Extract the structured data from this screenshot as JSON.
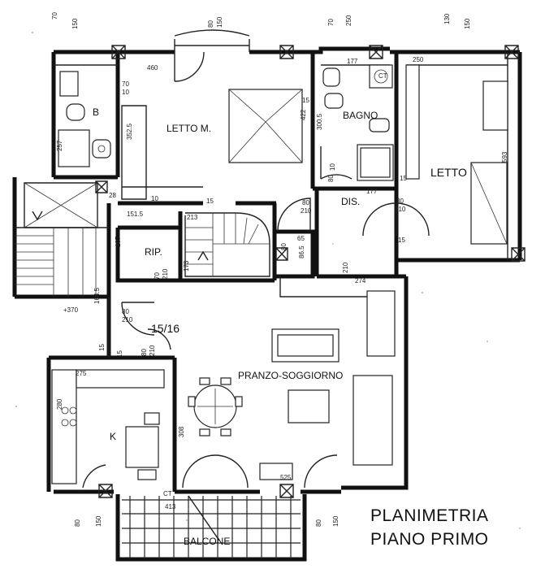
{
  "title": {
    "line1": "PLANIMETRIA",
    "line2": "PIANO PRIMO"
  },
  "rooms": {
    "letto_m": "LETTO M.",
    "bagno_main": "BAGNO",
    "bagno_small": "B",
    "letto": "LETTO",
    "dis": "DIS.",
    "rip": "RIP.",
    "pranzo": "PRANZO-SOGGIORNO",
    "cucina": "K",
    "balcone": "BALCONE",
    "unit": "15/16",
    "level": "+370"
  },
  "dims": {
    "d1": "70",
    "d2": "150",
    "d3": "80",
    "d4": "150",
    "d5": "70",
    "d6": "250",
    "d7": "130",
    "d8": "150",
    "d9": "460",
    "d10": "177",
    "d11": "CT",
    "d12": "250",
    "d13": "70",
    "d14": "10",
    "d15": "15",
    "d16": "300.5",
    "d17": "422",
    "d18": "257",
    "d19": "352.5",
    "d20": "593",
    "d21": "10",
    "d22": "80",
    "d23": "28",
    "d24": "15",
    "d25": "10",
    "d26": "15",
    "d27": "177",
    "d28": "80",
    "d29": "210",
    "d30": "80",
    "d31": "210",
    "d32": "151.5",
    "d33": "213",
    "d34": "65",
    "d35": "15",
    "d36": "107",
    "d37": "80",
    "d38": "173",
    "d39": "86.5",
    "d40": "210",
    "d41": "70",
    "d42": "210",
    "d43": "274",
    "d44": "164.5",
    "d45": "80",
    "d46": "210",
    "d47": "15",
    "d48": "15",
    "d49": "80",
    "d50": "210",
    "d51": "275",
    "d52": "280",
    "d53": "308",
    "d54": "525",
    "d55": "CT",
    "d56": "413",
    "d57": "80",
    "d58": "150",
    "d59": "80",
    "d60": "150"
  }
}
